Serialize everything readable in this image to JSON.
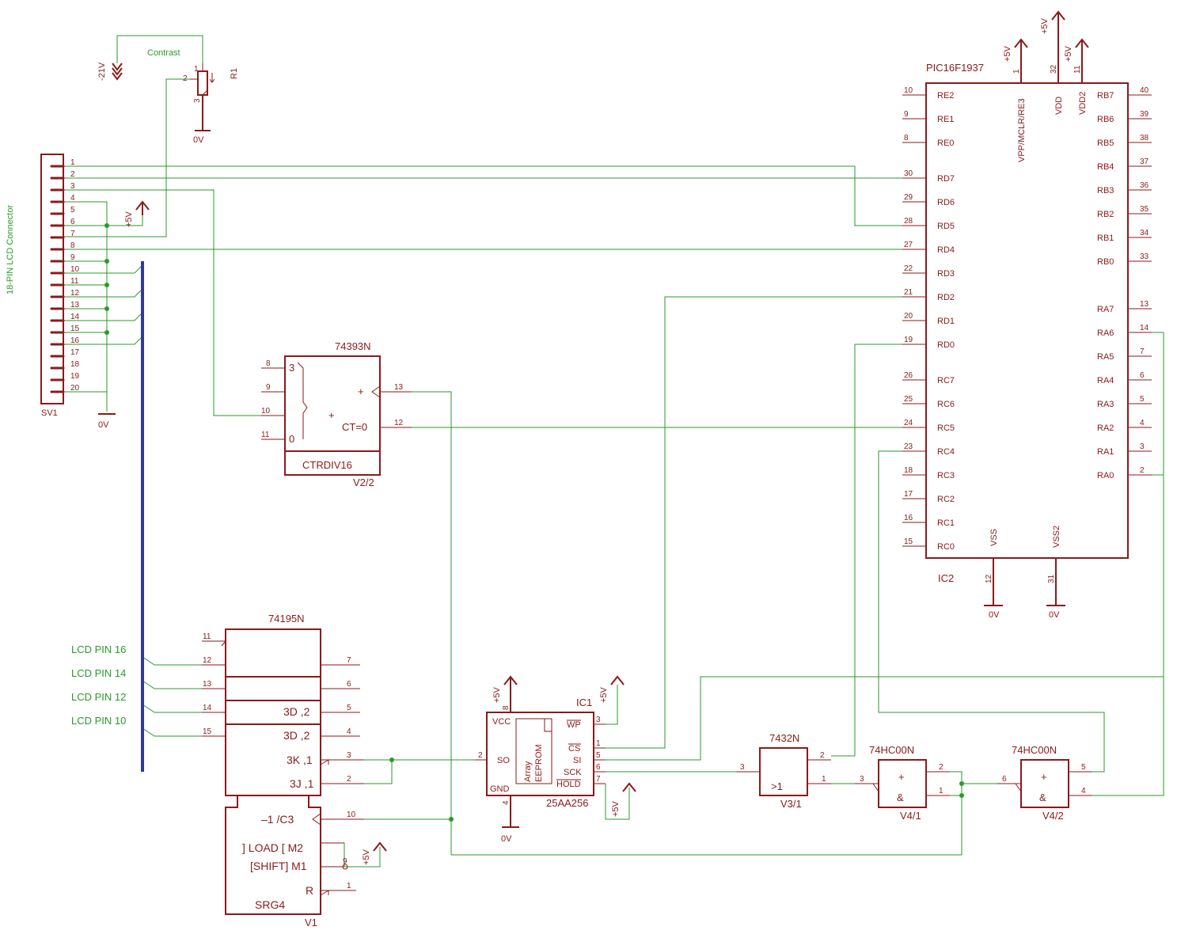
{
  "colors": {
    "component": "#8b1a1a",
    "wire": "#2a9a2a",
    "bus": "#2e3a9a",
    "background": "#ffffff"
  },
  "power": {
    "plus5v": "+5V",
    "zero_v": "0V",
    "minus21v": "-21V"
  },
  "contrast": {
    "wire_label": "Contrast",
    "pot_name": "R1",
    "pins": [
      "1",
      "2",
      "3"
    ]
  },
  "connector": {
    "title": "18-PIN LCD Connector",
    "name": "SV1",
    "pins": [
      "1",
      "2",
      "3",
      "4",
      "5",
      "6",
      "7",
      "8",
      "9",
      "10",
      "11",
      "12",
      "13",
      "14",
      "15",
      "16",
      "17",
      "18",
      "19",
      "20"
    ]
  },
  "counter": {
    "part": "74393N",
    "ref": "V2/2",
    "func": "CTRDIV16",
    "in_3": "3",
    "in_0": "0",
    "plus1": "+",
    "plus2": "+",
    "ct0": "CT=0",
    "pins": [
      "8",
      "9",
      "10",
      "11",
      "13",
      "12"
    ]
  },
  "mcu": {
    "part": "PIC16F1937",
    "ref": "IC2",
    "left_pins": [
      {
        "num": "10",
        "name": "RE2"
      },
      {
        "num": "9",
        "name": "RE1"
      },
      {
        "num": "8",
        "name": "RE0"
      },
      {
        "num": "30",
        "name": "RD7"
      },
      {
        "num": "29",
        "name": "RD6"
      },
      {
        "num": "28",
        "name": "RD5"
      },
      {
        "num": "27",
        "name": "RD4"
      },
      {
        "num": "22",
        "name": "RD3"
      },
      {
        "num": "21",
        "name": "RD2"
      },
      {
        "num": "20",
        "name": "RD1"
      },
      {
        "num": "19",
        "name": "RD0"
      },
      {
        "num": "26",
        "name": "RC7"
      },
      {
        "num": "25",
        "name": "RC6"
      },
      {
        "num": "24",
        "name": "RC5"
      },
      {
        "num": "23",
        "name": "RC4"
      },
      {
        "num": "18",
        "name": "RC3"
      },
      {
        "num": "17",
        "name": "RC2"
      },
      {
        "num": "16",
        "name": "RC1"
      },
      {
        "num": "15",
        "name": "RC0"
      }
    ],
    "right_pins": [
      {
        "num": "40",
        "name": "RB7"
      },
      {
        "num": "39",
        "name": "RB6"
      },
      {
        "num": "38",
        "name": "RB5"
      },
      {
        "num": "37",
        "name": "RB4"
      },
      {
        "num": "36",
        "name": "RB3"
      },
      {
        "num": "35",
        "name": "RB2"
      },
      {
        "num": "34",
        "name": "RB1"
      },
      {
        "num": "33",
        "name": "RB0"
      },
      {
        "num": "13",
        "name": "RA7"
      },
      {
        "num": "14",
        "name": "RA6"
      },
      {
        "num": "7",
        "name": "RA5"
      },
      {
        "num": "6",
        "name": "RA4"
      },
      {
        "num": "5",
        "name": "RA3"
      },
      {
        "num": "4",
        "name": "RA2"
      },
      {
        "num": "3",
        "name": "RA1"
      },
      {
        "num": "2",
        "name": "RA0"
      }
    ],
    "top_pins": [
      {
        "num": "1",
        "name": "VPP/MCLR/RE3"
      },
      {
        "num": "32",
        "name": "VDD"
      },
      {
        "num": "11",
        "name": "VDD2"
      }
    ],
    "bottom_pins": [
      {
        "num": "12",
        "name": "VSS"
      },
      {
        "num": "31",
        "name": "VSS2"
      }
    ]
  },
  "shiftreg": {
    "part": "74195N",
    "ref": "V1",
    "func": "SRG4",
    "d1": "3D ,2",
    "d2": "3D ,2",
    "k": "3K ,1",
    "j": "3J ,1",
    "clk": "‒1 /C3",
    "load": "] LOAD [  M2",
    "shift": "[SHIFT] M1",
    "r": "R",
    "left_pins": [
      "11",
      "12",
      "13",
      "14",
      "15"
    ],
    "right_pins": [
      "7",
      "6",
      "5",
      "4",
      "3",
      "2"
    ],
    "bottom_pins": [
      "10",
      "9",
      "1"
    ]
  },
  "lcd_labels": [
    "LCD PIN 16",
    "LCD PIN 14",
    "LCD PIN 12",
    "LCD PIN 10"
  ],
  "eeprom": {
    "part": "25AA256",
    "ref": "IC1",
    "vcc": "VCC",
    "so": "SO",
    "gnd": "GND",
    "wp": "WP",
    "cs": "CS",
    "si": "SI",
    "sck": "SCK",
    "hold": "HOLD",
    "array1": "Array",
    "array2": "EEPROM",
    "pins": [
      "8",
      "2",
      "4",
      "3",
      "1",
      "5",
      "6",
      "7"
    ]
  },
  "orgate": {
    "part": "7432N",
    "ref": "V3/1",
    "func": ">1",
    "pins": [
      "2",
      "3",
      "1"
    ]
  },
  "nand1": {
    "part": "74HC00N",
    "ref": "V4/1",
    "plus": "+",
    "amp": "&",
    "pins": [
      "3",
      "2",
      "1"
    ]
  },
  "nand2": {
    "part": "74HC00N",
    "ref": "V4/2",
    "plus": "+",
    "amp": "&",
    "pins": [
      "6",
      "5",
      "4"
    ]
  }
}
